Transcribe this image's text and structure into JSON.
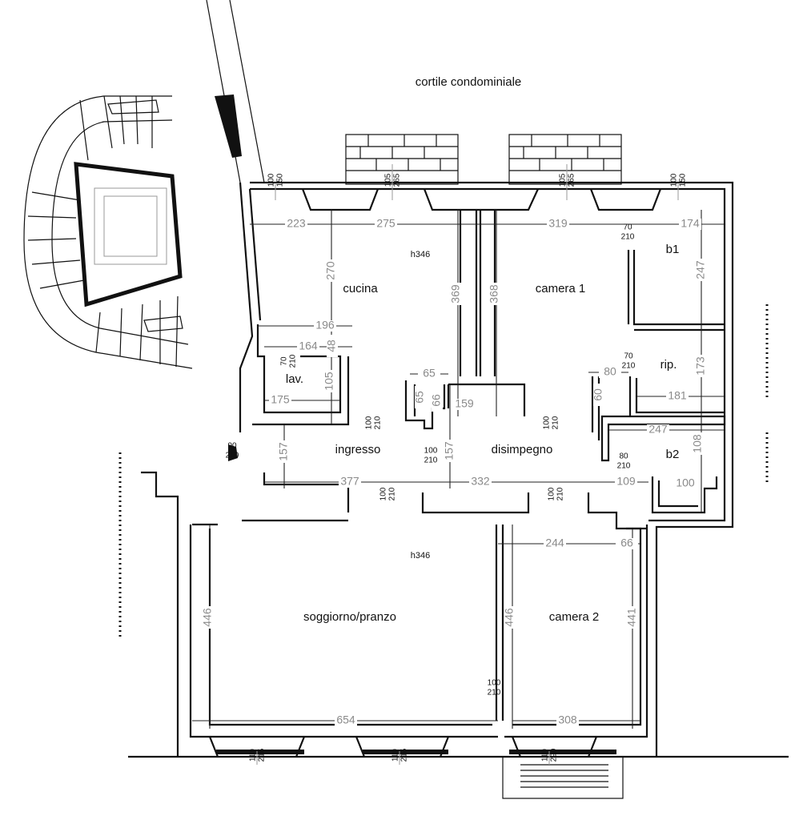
{
  "courtyard_label": "cortile condominiale",
  "rooms": [
    {
      "label": "cucina"
    },
    {
      "label": "camera 1"
    },
    {
      "label": "b1"
    },
    {
      "label": "rip."
    },
    {
      "label": "lav."
    },
    {
      "label": "ingresso"
    },
    {
      "label": "disimpegno"
    },
    {
      "label": "b2"
    },
    {
      "label": "soggiorno/pranzo"
    },
    {
      "label": "camera 2"
    }
  ],
  "ceiling_heights": [
    "h346",
    "h346"
  ],
  "dimensions": [
    "223",
    "275",
    "319",
    "174",
    "270",
    "369",
    "368",
    "196",
    "164",
    "48",
    "105",
    "175",
    "65",
    "65",
    "66",
    "159",
    "80",
    "60",
    "181",
    "173",
    "247",
    "247",
    "108",
    "157",
    "157",
    "377",
    "332",
    "109",
    "100",
    "244",
    "66",
    "446",
    "446",
    "441",
    "654",
    "308"
  ],
  "openings": [
    {
      "w": "100",
      "h": "150"
    },
    {
      "w": "105",
      "h": "265"
    },
    {
      "w": "105",
      "h": "265"
    },
    {
      "w": "100",
      "h": "150"
    },
    {
      "w": "70",
      "h": "210"
    },
    {
      "w": "70",
      "h": "210"
    },
    {
      "w": "70",
      "h": "210"
    },
    {
      "w": "100",
      "h": "210"
    },
    {
      "w": "100",
      "h": "210"
    },
    {
      "w": "90",
      "h": "210"
    },
    {
      "w": "100",
      "h": "210"
    },
    {
      "w": "80",
      "h": "210"
    },
    {
      "w": "100",
      "h": "210"
    },
    {
      "w": "100",
      "h": "210"
    },
    {
      "w": "100",
      "h": "210"
    },
    {
      "w": "110",
      "h": "215"
    },
    {
      "w": "110",
      "h": "215"
    },
    {
      "w": "110",
      "h": "290"
    }
  ]
}
